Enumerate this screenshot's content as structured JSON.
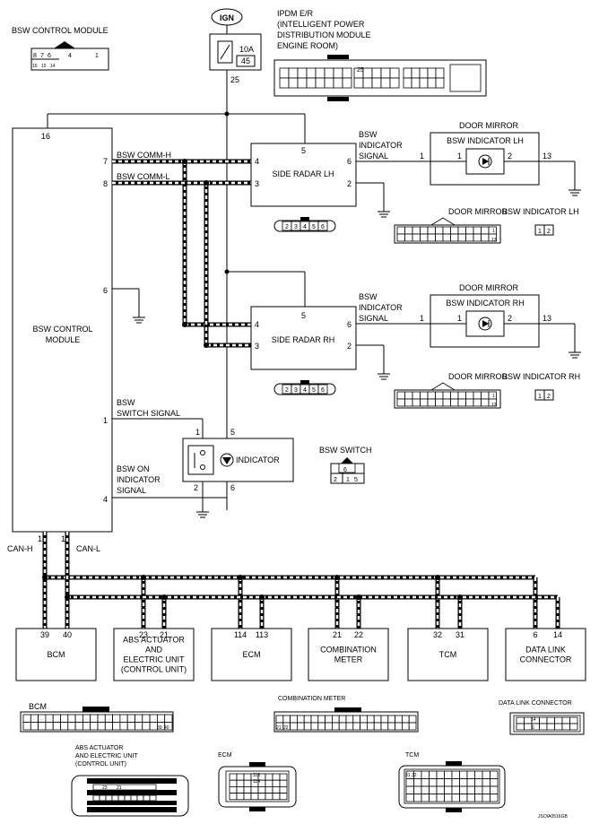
{
  "ign": "IGN",
  "fuse": {
    "rating": "10A",
    "number": "45",
    "pin": "25"
  },
  "ipdm": {
    "line1": "IPDM E/R",
    "line2": "(INTELLIGENT POWER",
    "line3": "DISTRIBUTION MODULE",
    "line4": "ENGINE ROOM)",
    "pin": "25"
  },
  "bsw_module": {
    "conn_title": "BSW CONTROL MODULE",
    "title_line1": "BSW CONTROL",
    "title_line2": "MODULE",
    "conn_row1": [
      "8",
      "7",
      "6",
      "4",
      "1"
    ],
    "conn_row2": [
      "16",
      "15",
      "14"
    ],
    "pins": {
      "p16": "16",
      "p7": "7",
      "p8": "8",
      "p6": "6",
      "p1": "1",
      "p4": "4",
      "p14": "14",
      "p15": "15"
    }
  },
  "signals": {
    "comm_h": "BSW COMM-H",
    "comm_l": "BSW COMM-L",
    "indicator_signal": [
      "BSW",
      "INDICATOR",
      "SIGNAL"
    ],
    "switch_signal": [
      "BSW",
      "SWITCH SIGNAL"
    ],
    "on_indicator_signal": [
      "BSW ON",
      "INDICATOR",
      "SIGNAL"
    ],
    "can_h": "CAN-H",
    "can_l": "CAN-L"
  },
  "radar_lh": {
    "label": "SIDE RADAR LH",
    "pins": {
      "p5": "5",
      "p4": "4",
      "p3": "3",
      "p6": "6",
      "p2": "2"
    },
    "conn": [
      "2",
      "3",
      "4",
      "5",
      "6"
    ]
  },
  "radar_rh": {
    "label": "SIDE RADAR RH",
    "pins": {
      "p5": "5",
      "p4": "4",
      "p3": "3",
      "p6": "6",
      "p2": "2"
    },
    "conn": [
      "2",
      "3",
      "4",
      "5",
      "6"
    ]
  },
  "mirror_lh": {
    "title": "DOOR MIRROR",
    "label": "BSW INDICATOR LH",
    "pin_out1": "1",
    "pin_in1": "1",
    "pin_in2": "2",
    "pin_out13": "13",
    "conn_title": "DOOR MIRROR",
    "conn_pin1": "1",
    "conn_pin13": "13",
    "ind_conn_title": "BSW INDICATOR LH",
    "ind_conn": [
      "1",
      "2"
    ]
  },
  "mirror_rh": {
    "title": "DOOR MIRROR",
    "label": "BSW INDICATOR RH",
    "pin_out1": "1",
    "pin_in1": "1",
    "pin_in2": "2",
    "pin_out13": "13",
    "conn_title": "DOOR MIRROR",
    "conn_pin1": "1",
    "conn_pin13": "13",
    "ind_conn_title": "BSW INDICATOR RH",
    "ind_conn": [
      "1",
      "2"
    ]
  },
  "switch": {
    "label": "INDICATOR",
    "pin1": "1",
    "pin5": "5",
    "pin2": "2",
    "pin6": "6",
    "conn_title": "BSW SWITCH",
    "conn_top": "6",
    "conn_bottom": [
      "2",
      "1",
      "5"
    ]
  },
  "units": [
    {
      "id": "bcm",
      "label": [
        "BCM"
      ],
      "pins": [
        "39",
        "40"
      ]
    },
    {
      "id": "abs",
      "label": [
        "ABS ACTUATOR",
        "AND",
        "ELECTRIC UNIT",
        "(CONTROL UNIT)"
      ],
      "pins": [
        "23",
        "21"
      ]
    },
    {
      "id": "ecm",
      "label": [
        "ECM"
      ],
      "pins": [
        "114",
        "113"
      ]
    },
    {
      "id": "meter",
      "label": [
        "COMBINATION",
        "METER"
      ],
      "pins": [
        "21",
        "22"
      ]
    },
    {
      "id": "tcm",
      "label": [
        "TCM"
      ],
      "pins": [
        "32",
        "31"
      ]
    },
    {
      "id": "dlc",
      "label": [
        "DATA LINK",
        "CONNECTOR"
      ],
      "pins": [
        "6",
        "14"
      ]
    }
  ],
  "connectors": {
    "bcm": {
      "title": "BCM",
      "pins": [
        "39",
        "40"
      ]
    },
    "meter": {
      "title": "COMBINATION METER",
      "pins": [
        "21",
        "22"
      ]
    },
    "dlc": {
      "title": "DATA LINK CONNECTOR",
      "pins": [
        "14",
        "6"
      ]
    },
    "abs": {
      "title": [
        "ABS ACTUATOR",
        "AND ELECTRIC UNIT",
        "(CONTROL UNIT)"
      ],
      "pins": [
        "23",
        "21"
      ]
    },
    "ecm": {
      "title": "ECM",
      "pins": [
        "113",
        "114"
      ]
    },
    "tcm": {
      "title": "TCM",
      "pins": [
        "31",
        "32"
      ]
    }
  },
  "code": "JSOIA0516GB"
}
